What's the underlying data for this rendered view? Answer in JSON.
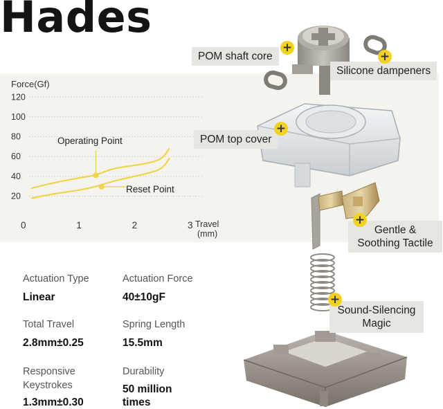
{
  "title": "Hades",
  "chart_data": {
    "type": "line",
    "ylabel": "Force(Gf)",
    "xlabel": "Travel (mm)",
    "xlabel_lines": [
      "Travel",
      "(mm)"
    ],
    "xlim": [
      0,
      3
    ],
    "ylim": [
      0,
      130
    ],
    "x_ticks": [
      "0",
      "1",
      "2",
      "3"
    ],
    "y_ticks": [
      "120",
      "100",
      "80",
      "60",
      "40",
      "20"
    ],
    "y_tick_values": [
      120,
      100,
      80,
      60,
      40,
      20
    ],
    "grid": "horizontal",
    "series": [
      {
        "points": [
          [
            0.15,
            28
          ],
          [
            0.5,
            33
          ],
          [
            1.0,
            38.5
          ],
          [
            1.3,
            41
          ],
          [
            1.6,
            48
          ],
          [
            2.0,
            51
          ],
          [
            2.3,
            54
          ],
          [
            2.5,
            58
          ],
          [
            2.62,
            68
          ]
        ]
      },
      {
        "points": [
          [
            0.15,
            18
          ],
          [
            0.5,
            22
          ],
          [
            1.0,
            26
          ],
          [
            1.3,
            29.5
          ],
          [
            1.6,
            35
          ],
          [
            2.0,
            40
          ],
          [
            2.3,
            44
          ],
          [
            2.5,
            48
          ],
          [
            2.62,
            58
          ]
        ]
      }
    ],
    "annotations": [
      {
        "label": "Operating Point",
        "x": 1.3,
        "y": 41
      },
      {
        "label": "Reset Point",
        "x": 1.4,
        "y": 29.5
      }
    ],
    "line_color": "#f0d54a"
  },
  "callouts": {
    "shaft": "POM shaft core",
    "dampeners": "Silicone dampeners",
    "top_cover": "POM top cover",
    "tactile_line1": "Gentle &",
    "tactile_line2": "Soothing Tactile",
    "silencing_line1": "Sound-Silencing",
    "silencing_line2": "Magic"
  },
  "specs": [
    {
      "label": "Actuation Type",
      "value": "Linear"
    },
    {
      "label": "Actuation Force",
      "value": "40±10gF"
    },
    {
      "label": "Total Travel",
      "value": "2.8mm±0.25"
    },
    {
      "label": "Spring Length",
      "value": "15.5mm"
    },
    {
      "label": "Responsive",
      "label2": "Keystrokes",
      "value": "1.3mm±0.30"
    },
    {
      "label": "Durability",
      "value": "50 million",
      "value2": "times"
    }
  ],
  "colors": {
    "accent": "#f1d21f",
    "callout_bg": "#e7e5e1",
    "panel_bg": "#f5f3ee",
    "part_grey": "#9a948c"
  }
}
